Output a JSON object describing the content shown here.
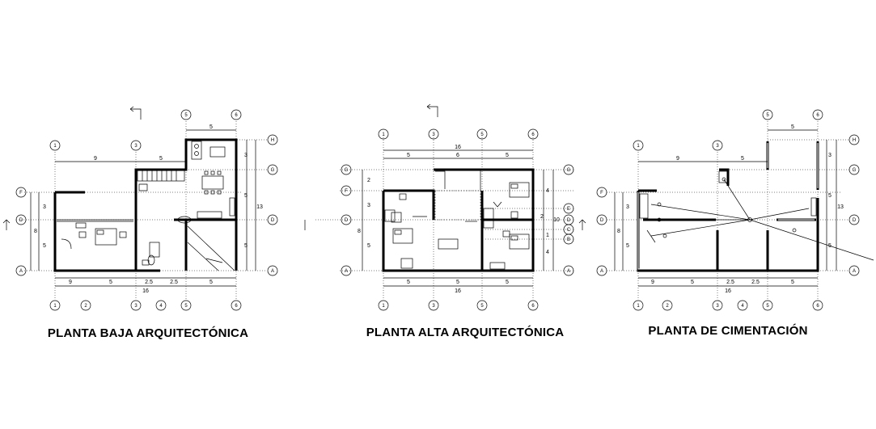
{
  "plans": [
    {
      "title": "PLANTA BAJA ARQUITECTÓNICA",
      "axes_top": [
        "1",
        "3",
        "5",
        "6"
      ],
      "axes_bottom": [
        "1",
        "2",
        "3",
        "4",
        "5",
        "6"
      ],
      "axes_left": [
        "F",
        "D",
        "A"
      ],
      "axes_right": [
        "H",
        "G",
        "D",
        "A"
      ],
      "dims_top": [
        "9",
        "5",
        "5"
      ],
      "dims_bottom": [
        "9",
        "5",
        "2.5",
        "2.5",
        "5"
      ],
      "dims_bottom_total": "16",
      "dims_left": [
        "3",
        "5"
      ],
      "dims_left_total": "8",
      "dims_right": [
        "3",
        "5",
        "5"
      ],
      "dims_right_total": "13"
    },
    {
      "title": "PLANTA ALTA ARQUITECTÓNICA",
      "axes_top": [
        "1",
        "3",
        "5",
        "6"
      ],
      "axes_bottom": [
        "1",
        "3",
        "5",
        "6"
      ],
      "axes_left": [
        "G",
        "F",
        "D",
        "A"
      ],
      "axes_right": [
        "G",
        "E",
        "D",
        "C",
        "B",
        "A"
      ],
      "dims_top": [
        "5",
        "6",
        "5"
      ],
      "dims_top_total": "16",
      "dims_bottom": [
        "5",
        "5",
        "5"
      ],
      "dims_bottom_total": "16",
      "dims_left": [
        "2",
        "3",
        "5"
      ],
      "dims_left_total": "8",
      "dims_right": [
        "4",
        "2",
        "1",
        "4"
      ],
      "dims_right_total": "10"
    },
    {
      "title": "PLANTA DE CIMENTACIÓN",
      "axes_top": [
        "1",
        "3",
        "5",
        "6"
      ],
      "axes_bottom": [
        "1",
        "2",
        "3",
        "4",
        "5",
        "6"
      ],
      "axes_left": [
        "F",
        "D",
        "A"
      ],
      "axes_right": [
        "H",
        "G",
        "D",
        "A"
      ],
      "dims_top": [
        "9",
        "5",
        "5"
      ],
      "dims_bottom": [
        "9",
        "5",
        "2.5",
        "2.5",
        "5"
      ],
      "dims_bottom_total": "16",
      "dims_left": [
        "3",
        "5"
      ],
      "dims_left_total": "8",
      "dims_right": [
        "3",
        "5",
        "5"
      ],
      "dims_right_total": "13"
    }
  ]
}
